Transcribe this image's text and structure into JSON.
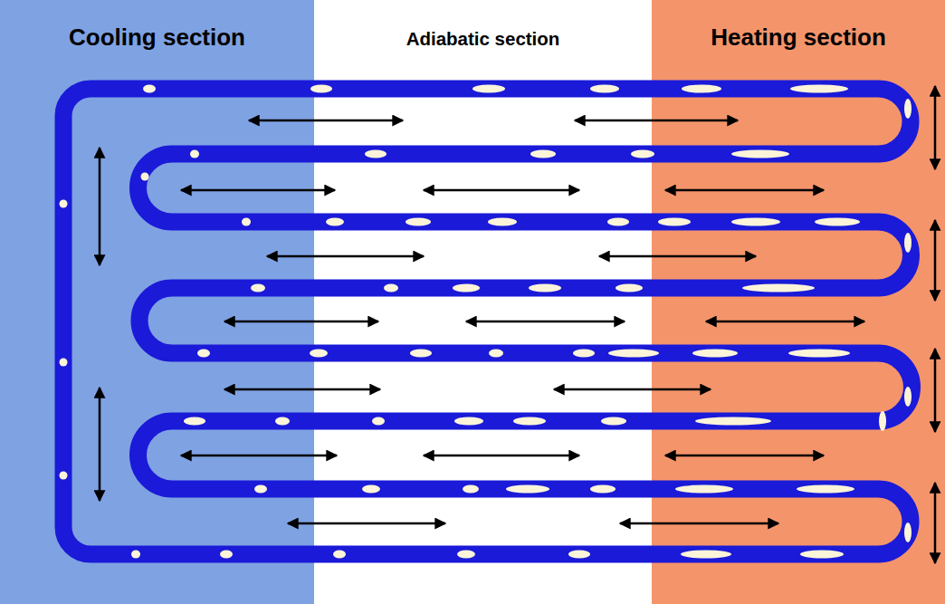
{
  "diagram": {
    "nodes": [
      {
        "text": [
          "Cooling section"
        ]
      },
      {
        "text": [
          "Adiabatic section"
        ]
      },
      {
        "text": [
          "Heating section"
        ]
      }
    ]
  }
}
